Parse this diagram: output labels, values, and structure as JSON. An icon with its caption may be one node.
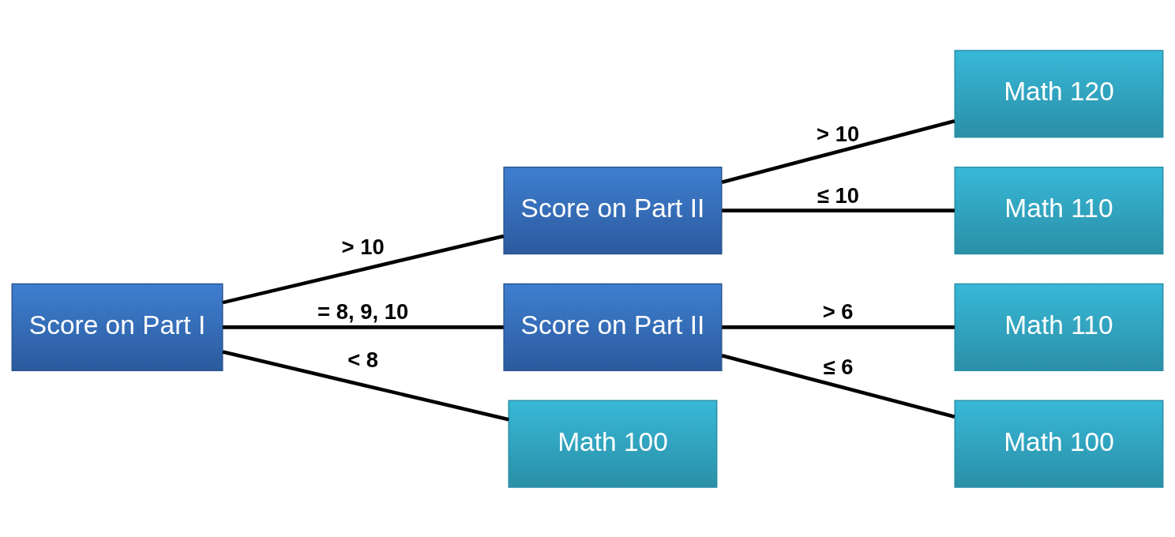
{
  "diagram": {
    "nodes": [
      {
        "text": [
          "Score on Part I"
        ]
      },
      {
        "text": [
          "Score on Part II"
        ]
      },
      {
        "text": [
          "Score on Part II"
        ]
      },
      {
        "text": [
          "Math 100"
        ]
      },
      {
        "text": [
          "Math 120"
        ]
      },
      {
        "text": [
          "Math 110"
        ]
      },
      {
        "text": [
          "Math 110"
        ]
      },
      {
        "text": [
          "Math 100"
        ]
      }
    ],
    "edges": [
      {
        "from": 0,
        "to": 1,
        "arrow": "none",
        "label": "> 10"
      },
      {
        "from": 0,
        "to": 2,
        "arrow": "none",
        "label": "= 8, 9, 10"
      },
      {
        "from": 0,
        "to": 3,
        "arrow": "none",
        "label": "< 8"
      },
      {
        "from": 1,
        "to": 4,
        "arrow": "none",
        "label": "> 10"
      },
      {
        "from": 1,
        "to": 5,
        "arrow": "none",
        "label": "≤ 10"
      },
      {
        "from": 2,
        "to": 6,
        "arrow": "none",
        "label": "> 6"
      },
      {
        "from": 2,
        "to": 7,
        "arrow": "none",
        "label": "≤ 6"
      }
    ]
  }
}
